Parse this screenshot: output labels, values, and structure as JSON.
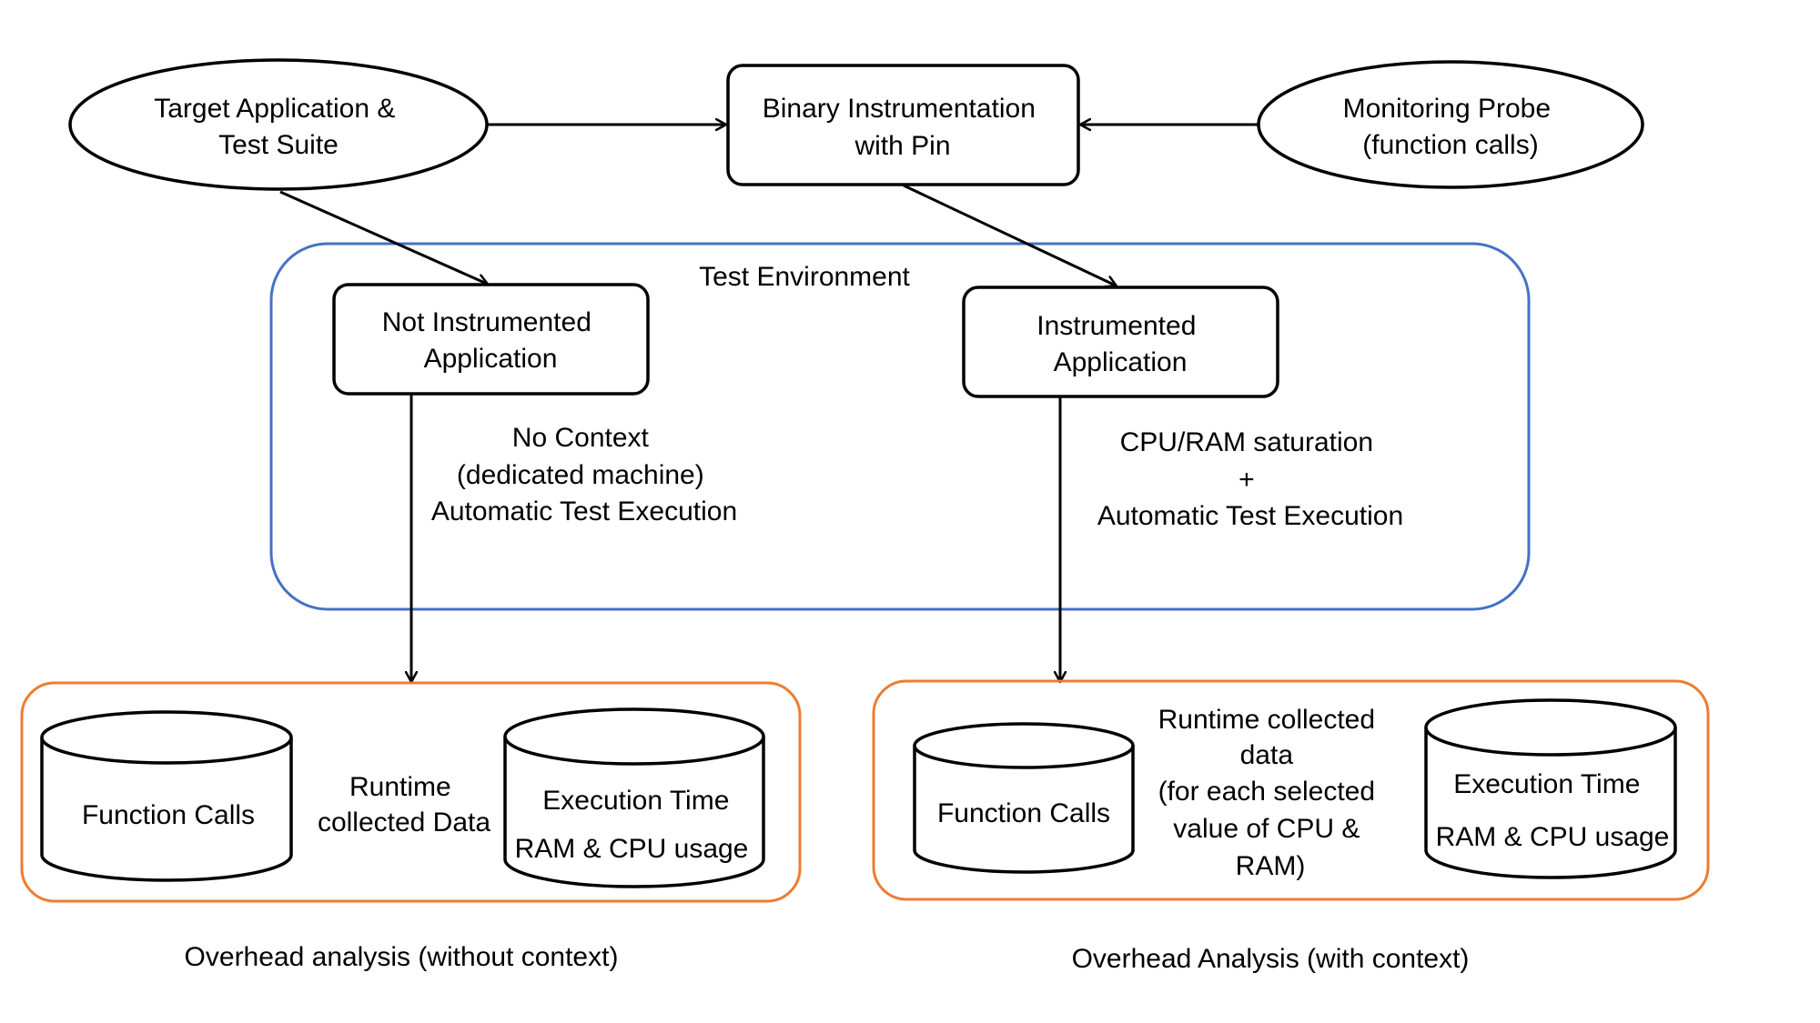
{
  "colors": {
    "line": "#000000",
    "test_environment_border": "#4472C4",
    "overhead_panel_border": "#ED7D31",
    "background": "#FFFFFF"
  },
  "nodes": {
    "target_application": {
      "shape": "ellipse",
      "lines": [
        "Target Application &",
        "Test Suite"
      ]
    },
    "binary_instrumentation": {
      "shape": "rounded-rectangle",
      "lines": [
        "Binary Instrumentation",
        "with Pin"
      ]
    },
    "monitoring_probe": {
      "shape": "ellipse",
      "lines": [
        "Monitoring Probe",
        "(function calls)"
      ]
    },
    "not_instrumented_app": {
      "shape": "rounded-rectangle",
      "lines": [
        "Not Instrumented",
        "Application"
      ]
    },
    "instrumented_app": {
      "shape": "rounded-rectangle",
      "lines": [
        "Instrumented",
        "Application"
      ]
    }
  },
  "test_environment": {
    "label": "Test Environment",
    "left_note": [
      "No Context",
      "(dedicated machine)",
      "Automatic Test Execution"
    ],
    "right_note": [
      "CPU/RAM saturation",
      "+",
      "Automatic Test Execution"
    ]
  },
  "overhead_without_context": {
    "caption": "Overhead analysis (without context)",
    "center_label": [
      "Runtime",
      "collected Data"
    ],
    "db_function_calls": "Function Calls",
    "db_execution": [
      "Execution Time",
      "RAM & CPU usage"
    ]
  },
  "overhead_with_context": {
    "caption": "Overhead Analysis (with context)",
    "center_label": [
      "Runtime collected",
      "data",
      "(for each selected",
      "value of CPU &",
      "RAM)"
    ],
    "db_function_calls": "Function Calls",
    "db_execution": [
      "Execution Time",
      "RAM & CPU usage"
    ]
  },
  "edges": [
    {
      "from": "target_application",
      "to": "binary_instrumentation"
    },
    {
      "from": "monitoring_probe",
      "to": "binary_instrumentation"
    },
    {
      "from": "target_application",
      "to": "not_instrumented_app"
    },
    {
      "from": "binary_instrumentation",
      "to": "instrumented_app"
    },
    {
      "from": "not_instrumented_app",
      "to": "overhead_without_context"
    },
    {
      "from": "instrumented_app",
      "to": "overhead_with_context"
    }
  ]
}
